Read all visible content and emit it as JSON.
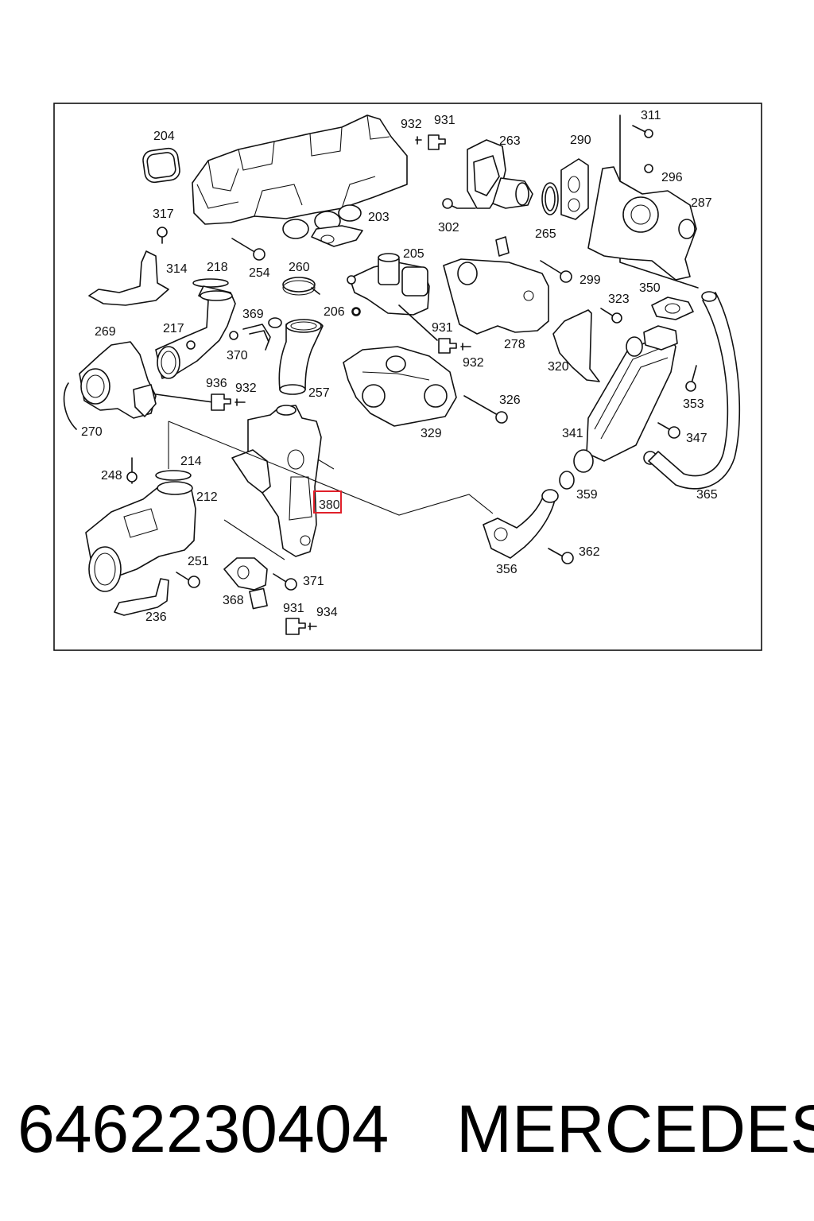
{
  "labels": {
    "l204": "204",
    "l932a": "932",
    "l931a": "931",
    "l263": "263",
    "l290": "290",
    "l311": "311",
    "l296": "296",
    "l317": "317",
    "l203": "203",
    "l302": "302",
    "l265": "265",
    "l287": "287",
    "l314": "314",
    "l218": "218",
    "l254": "254",
    "l260": "260",
    "l205": "205",
    "l299": "299",
    "l350": "350",
    "l369": "369",
    "l206": "206",
    "l323": "323",
    "l269": "269",
    "l217": "217",
    "l370": "370",
    "l931b": "931",
    "l278": "278",
    "l932b": "932",
    "l320": "320",
    "l936": "936",
    "l932c": "932",
    "l257": "257",
    "l326": "326",
    "l353": "353",
    "l270": "270",
    "l329": "329",
    "l341": "341",
    "l347": "347",
    "l214": "214",
    "l248": "248",
    "l212": "212",
    "l380": "380",
    "l359": "359",
    "l365": "365",
    "l362": "362",
    "l251": "251",
    "l356": "356",
    "l371": "371",
    "l368": "368",
    "l931c": "931",
    "l934": "934",
    "l236": "236"
  },
  "highlight": {
    "label": "380",
    "color": "#e0202a"
  },
  "footer": {
    "part_number": "6462230404",
    "brand": "MERCEDES"
  }
}
